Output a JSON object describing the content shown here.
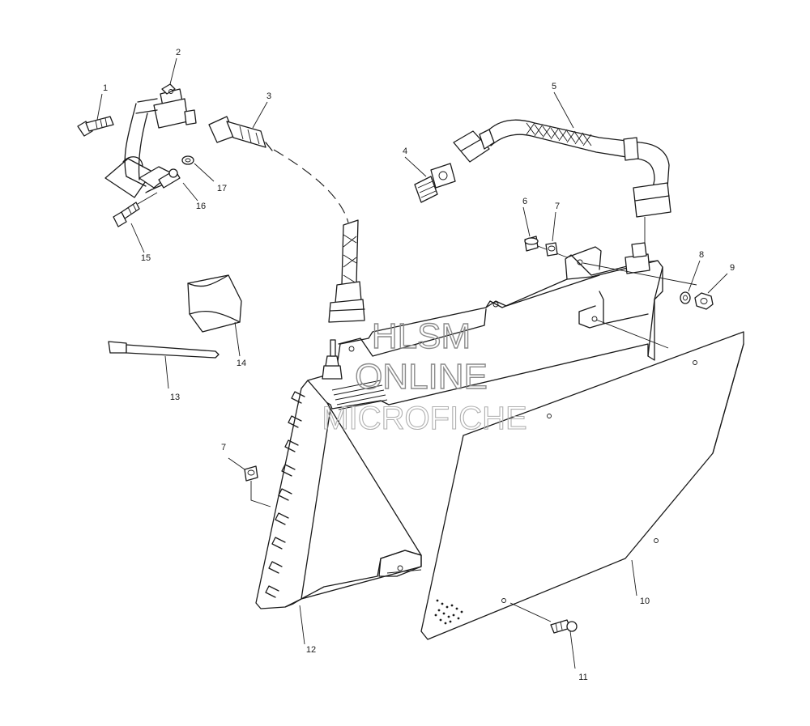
{
  "watermark": {
    "line1": "HLSM",
    "line2": "ONLINE",
    "line3": "MICROFICHE"
  },
  "callouts": {
    "c1": "1",
    "c2": "2",
    "c3": "3",
    "c4": "4",
    "c5": "5",
    "c6": "6",
    "c7a": "7",
    "c7b": "7",
    "c8": "8",
    "c9": "9",
    "c10": "10",
    "c11": "11",
    "c12": "12",
    "c13": "13",
    "c14": "14",
    "c15": "15",
    "c16": "16",
    "c17": "17"
  },
  "colors": {
    "line": "#1a1a1a",
    "background": "#ffffff",
    "watermark": "#8a8a8a"
  }
}
